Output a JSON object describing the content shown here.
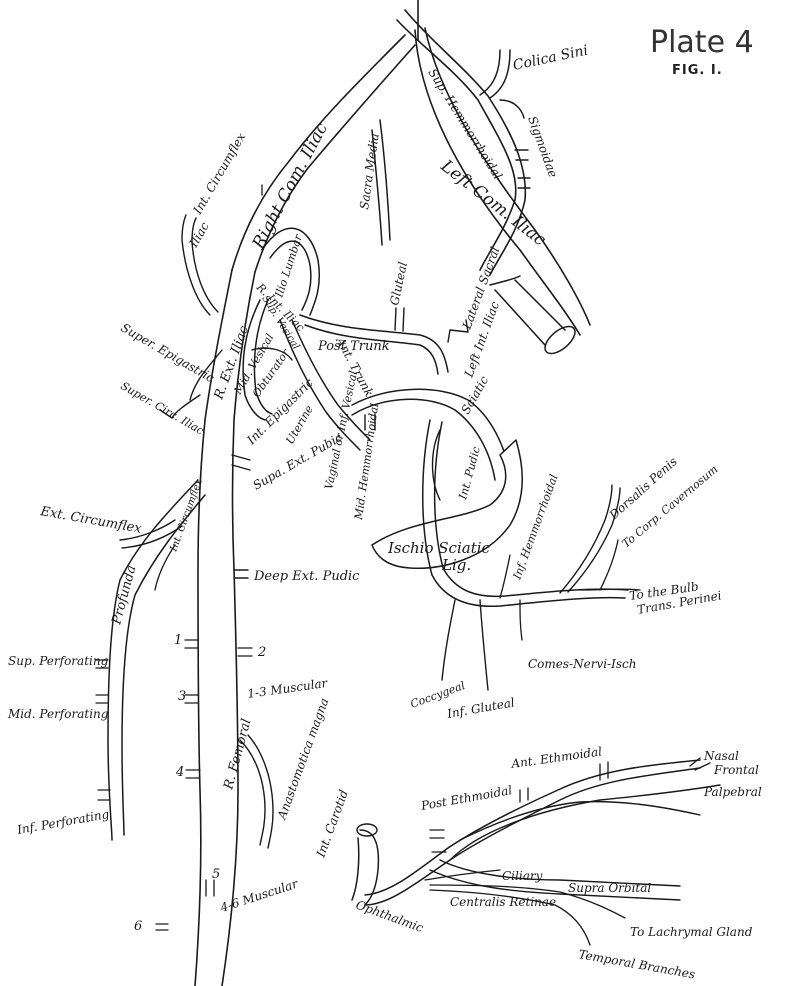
{
  "plate": {
    "title": "Plate 4",
    "figure": "FIG. I."
  },
  "labels": {
    "colica_sini": "Colica Sini",
    "sup_hemmorrhoidal": "Sup. Hemmorrhoidal",
    "sigmoidae": "Sigmoidae",
    "sacra_media": "Sacra Media",
    "left_com_iliac": "Left Com. Iliac",
    "right_com_iliac": "Right Com. Iliac",
    "int_circumflex_iliac": "Int. Circumflex",
    "int_circumflex_iliac_2": "Iliac",
    "ilio_lumbar": "Ilio Lumbar",
    "r_int_iliac": "R. Int. Iliac",
    "gluteal": "Gluteal",
    "lateral_sacral": "Lateral Sacral",
    "left_int_iliac": "Left Int. Iliac",
    "super_epigastric": "Super. Epigastric",
    "r_ext_iliac": "R. Ext. Iliac",
    "sup_vesical": "Sup. Vesical",
    "post_trunk": "Post Trunk",
    "super_circ_iliac": "Super. Circ. Iliac",
    "mid_vesical": "Mid. Vesical",
    "obturator": "Obturator",
    "ant_trunk": "Ant. Trunk",
    "sciatic": "Sciatic",
    "int_epigastric": "Int. Epigastric",
    "uterine": "Uterine",
    "vaginal_or_inf_vesical": "Vaginal or Inf. Vesical",
    "mid_hemmorrhoidal": "Mid. Hemmorrhoidal",
    "int_pudic": "Int. Pudic",
    "supa_ext_pubic": "Supa. Ext. Pubic",
    "ext_circumflex": "Ext. Circumflex",
    "int_circumflex": "Int. Circumflex",
    "profunda": "Profunda",
    "ischio_sciatic_lig": "Ischio Sciatic",
    "ischio_sciatic_lig_2": "Lig.",
    "inf_hemmorrhoidal": "Inf. Hemmorrhoidal",
    "dorsalis_penis": "Dorsalis Penis",
    "to_corp_cavernosum": "To Corp. Cavernosum",
    "deep_ext_pudic": "Deep Ext. Pudic",
    "to_the_bulb": "To the Bulb",
    "trans_perinei": "Trans. Perinei",
    "sup_perforating": "Sup. Perforating",
    "muscular_1_3": "1-3 Muscular",
    "comes_nervi_isch": "Comes-Nervi-Isch",
    "coccygeal": "Coccygeal",
    "mid_perforating": "Mid. Perforating",
    "inf_gluteal": "Inf. Gluteal",
    "r_femoral": "R. Femoral",
    "anastomotica_magna": "Anastomotica magna",
    "ant_ethmoidal": "Ant. Ethmoidal",
    "nasal": "Nasal",
    "post_ethmoidal": "Post Ethmoidal",
    "frontal": "Frontal",
    "palpebral": "Palpebral",
    "inf_perforating": "Inf. Perforating",
    "int_carotid": "Int. Carotid",
    "ciliary": "Ciliary",
    "supra_orbital": "Supra Orbital",
    "ophthalmic": "Ophthalmic",
    "centralis_retinae": "Centralis Retinae",
    "to_lachrymal_gland": "To Lachrymal Gland",
    "muscular_4_6": "4-6 Muscular",
    "temporal_branches": "Temporal Branches",
    "n1": "1",
    "n2": "2",
    "n3": "3",
    "n4": "4",
    "n5": "5",
    "n6": "6"
  }
}
